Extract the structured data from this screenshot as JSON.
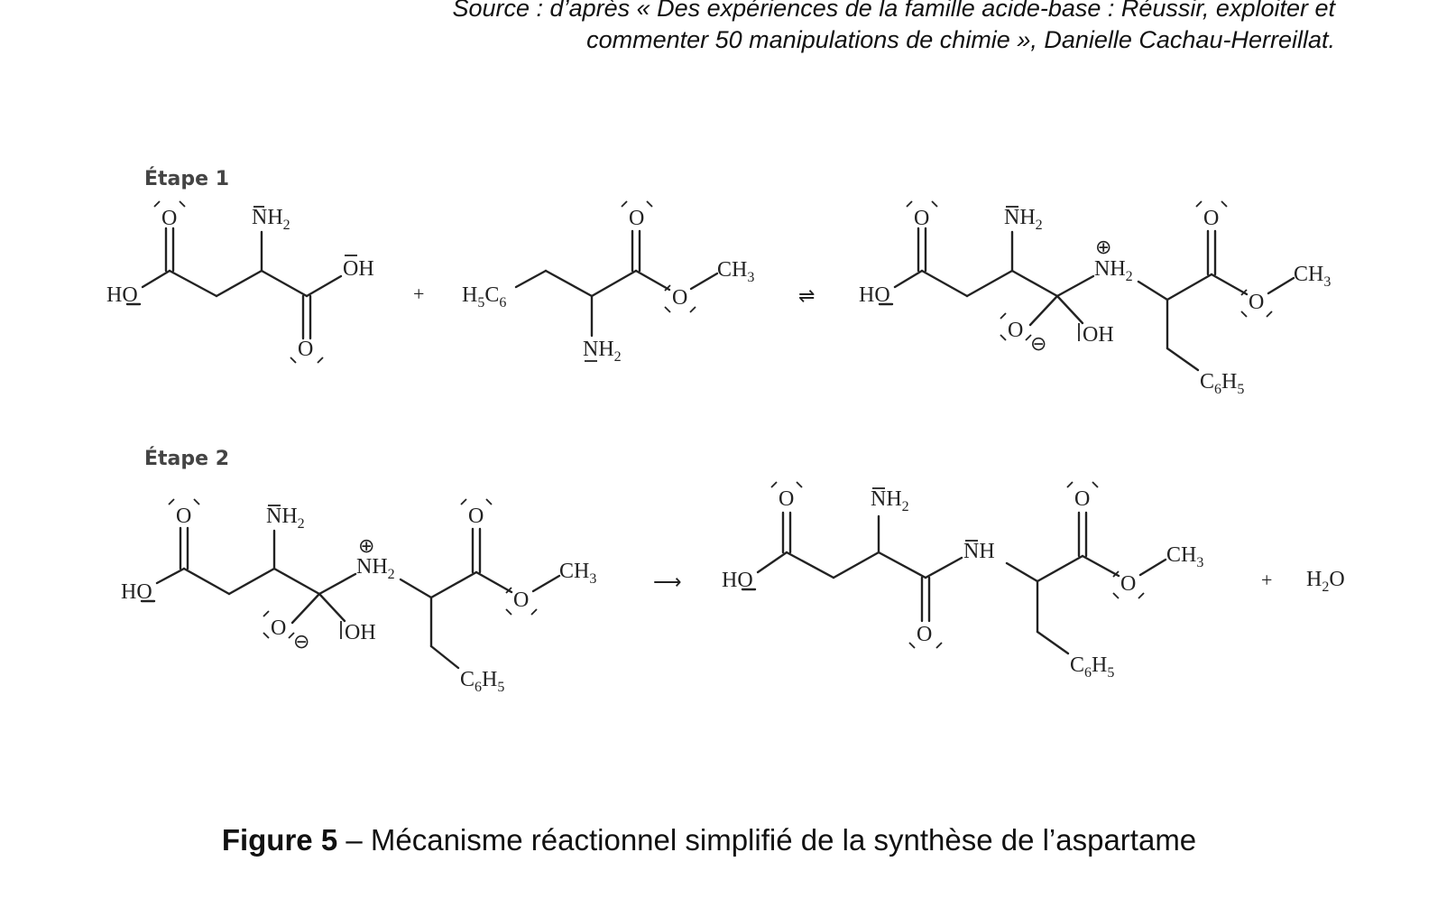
{
  "source": {
    "line1": "Source : d’après « Des expériences de la famille acide-base : Réussir, exploiter et",
    "line2": "commenter 50 manipulations de chimie », Danielle Cachau-Herreillat."
  },
  "steps": {
    "step1": "Étape 1",
    "step2": "Étape 2"
  },
  "labels": {
    "O": "O",
    "OH": "OH",
    "HO": "HO",
    "NH2": "NH",
    "NH": "NH",
    "CH3": "CH",
    "C6H5": "C",
    "H5C6": "H",
    "H2O": "H",
    "sub2": "2",
    "sub3": "3",
    "sub5": "5",
    "sub6": "6",
    "H_after_C6": "H",
    "C_after_H5": "C",
    "O_after_H2": "O"
  },
  "operators": {
    "plus": "+",
    "equilibrium": "⇌",
    "arrow": "⟶"
  },
  "charges": {
    "positive": "⊕",
    "negative": "⊖"
  },
  "caption": {
    "figure": "Figure 5",
    "text": " – Mécanisme réactionnel simplifié de la synthèse de l’aspartame"
  }
}
